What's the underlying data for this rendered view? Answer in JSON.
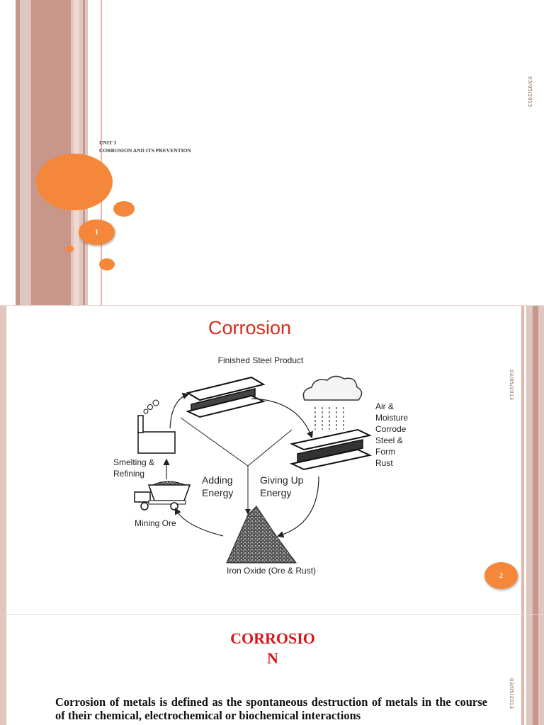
{
  "slide1": {
    "date": "03/05/2013",
    "unit_label": "UNIT 3",
    "title": "CORROSION AND ITS PREVENTION",
    "page_number": "1"
  },
  "slide2": {
    "title": "Corrosion",
    "date": "03/05/2013",
    "page_number": "2",
    "diagram": {
      "finished_steel": "Finished Steel Product",
      "air_moisture": [
        "Air &",
        "Moisture",
        "Corrode",
        "Steel &",
        "Form",
        "Rust"
      ],
      "smelting": [
        "Smelting &",
        "Refining"
      ],
      "adding_energy": [
        "Adding",
        "Energy"
      ],
      "giving_up_energy": [
        "Giving Up",
        "Energy"
      ],
      "mining_ore": "Mining Ore",
      "iron_oxide": "Iron Oxide (Ore & Rust)"
    }
  },
  "slide3": {
    "title_line1": "CORROSIO",
    "title_line2": "N",
    "date": "03/05/2013",
    "body": "Corrosion of metals is defined as the spontaneous destruction of metals in the course of their chemical, electrochemical or biochemical interactions"
  },
  "colors": {
    "accent_orange": "#f4873a",
    "stripe_pink": "#e8b4a8",
    "stripe_brown": "#c9968a",
    "title_red": "#d62b1e"
  }
}
